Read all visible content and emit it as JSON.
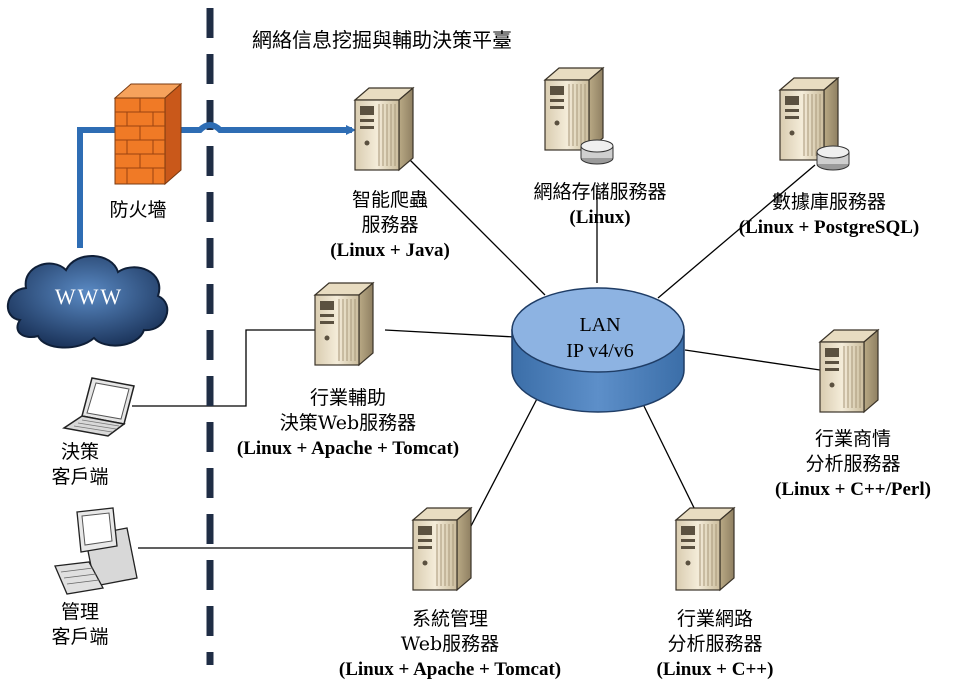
{
  "title": "網絡信息挖掘與輔助決策平臺",
  "firewall": {
    "label": "防火墻",
    "icon": "firewall-icon"
  },
  "internet": {
    "label": "WWW",
    "icon": "cloud-icon"
  },
  "lan": {
    "line1": "LAN",
    "line2": "IP v4/v6",
    "color": "#8db3e2"
  },
  "clients": [
    {
      "id": "decision-client",
      "line1": "決策",
      "line2": "客戶端",
      "icon": "laptop-icon"
    },
    {
      "id": "admin-client",
      "line1": "管理",
      "line2": "客戶端",
      "icon": "desktop-computer-icon"
    }
  ],
  "servers": [
    {
      "id": "crawler",
      "line1": "智能爬蟲",
      "line2": "服務器",
      "line3": "(Linux + Java)",
      "icon": "server-tower-icon"
    },
    {
      "id": "storage",
      "line1": "網絡存儲服務器",
      "line2": "(Linux)",
      "icon": "storage-server-icon"
    },
    {
      "id": "database",
      "line1": "數據庫服務器",
      "line2": "(Linux + PostgreSQL)",
      "icon": "database-server-icon"
    },
    {
      "id": "decision-web",
      "line1": "行業輔助",
      "line2": "決策Web服務器",
      "line3": "(Linux + Apache + Tomcat)",
      "icon": "server-tower-icon"
    },
    {
      "id": "market",
      "line1": "行業商情",
      "line2": "分析服務器",
      "line3": "(Linux + C++/Perl)",
      "icon": "server-tower-icon"
    },
    {
      "id": "sysadmin-web",
      "line1": "系統管理",
      "line2": "Web服務器",
      "line3": "(Linux + Apache + Tomcat)",
      "icon": "server-tower-icon"
    },
    {
      "id": "network-analysis",
      "line1": "行業網路",
      "line2": "分析服務器",
      "line3": "(Linux + C++)",
      "icon": "server-tower-icon"
    }
  ],
  "colors": {
    "dashed_line": "#1f2d45",
    "arrow": "#2e6db4",
    "firewall": "#f07a26",
    "cloud": "#2a4a78"
  }
}
